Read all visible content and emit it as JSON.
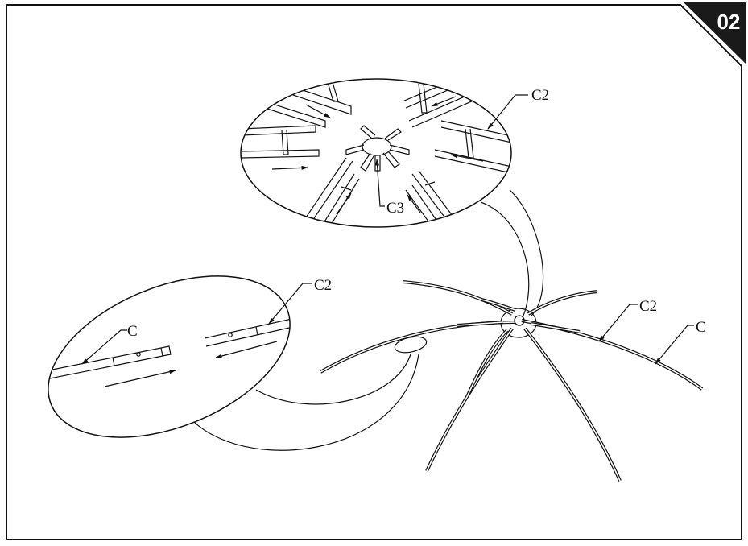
{
  "step_badge": {
    "number": "02",
    "color": "#1a1a1a",
    "text_color": "#ffffff"
  },
  "callouts": {
    "top_inset_c2": "C2",
    "top_inset_c3": "C3",
    "left_inset_c2": "C2",
    "left_inset_c": "C",
    "frame_c2": "C2",
    "frame_c": "C"
  },
  "colors": {
    "line": "#111111",
    "background": "#ffffff"
  }
}
